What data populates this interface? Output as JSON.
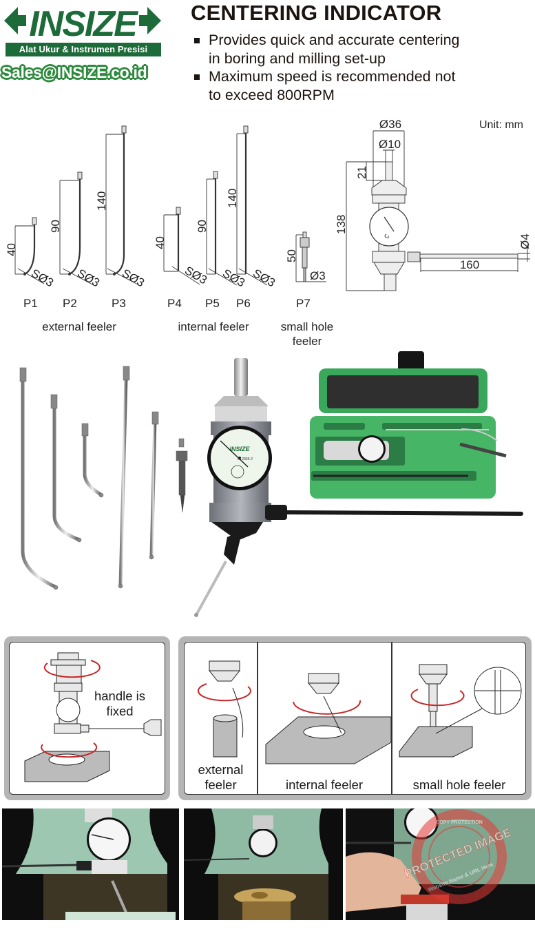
{
  "brand": {
    "logo_text": "INSIZE",
    "tagline": "Alat Ukur & Instrumen Presisi",
    "sales_email": "Sales@INSIZE.co.id",
    "colors": {
      "green": "#1e6b3a",
      "email_green": "#2e8b3e"
    }
  },
  "product": {
    "title": "CENTERING INDICATOR",
    "features": [
      "Provides quick and accurate centering in boring and milling set-up",
      "Maximum speed is recommended not to exceed 800RPM"
    ]
  },
  "drawing": {
    "unit": "Unit: mm",
    "feelers": [
      {
        "id": "P1",
        "length": "40",
        "ball": "SØ3"
      },
      {
        "id": "P2",
        "length": "90",
        "ball": "SØ3"
      },
      {
        "id": "P3",
        "length": "140",
        "ball": "SØ3"
      },
      {
        "id": "P4",
        "length": "40",
        "ball": "SØ3"
      },
      {
        "id": "P5",
        "length": "90",
        "ball": "SØ3"
      },
      {
        "id": "P6",
        "length": "140",
        "ball": "SØ3"
      },
      {
        "id": "P7",
        "length": "50",
        "tip": "Ø3"
      }
    ],
    "groups": {
      "external": "external feeler",
      "internal": "internal feeler",
      "small_hole_1": "small hole",
      "small_hole_2": "feeler"
    },
    "body_dimensions": {
      "outer_diameter": "Ø36",
      "shank_diameter": "Ø10",
      "shank_length": "21",
      "total_height": "138",
      "handle_diameter": "Ø4",
      "handle_length": "160"
    }
  },
  "photos": {
    "dial_brand": "INSIZE",
    "dial_model": "ks 2365-2",
    "watermark_top": "PROTECTED IMAGE",
    "watermark_bottom": "Website Name & URL Here",
    "watermark_ring": "COPY PROTECTION"
  },
  "usage": {
    "handle_line1": "handle is",
    "handle_line2": "fixed",
    "external_line1": "external",
    "external_line2": "feeler",
    "internal": "internal feeler",
    "small_hole": "small hole feeler"
  }
}
